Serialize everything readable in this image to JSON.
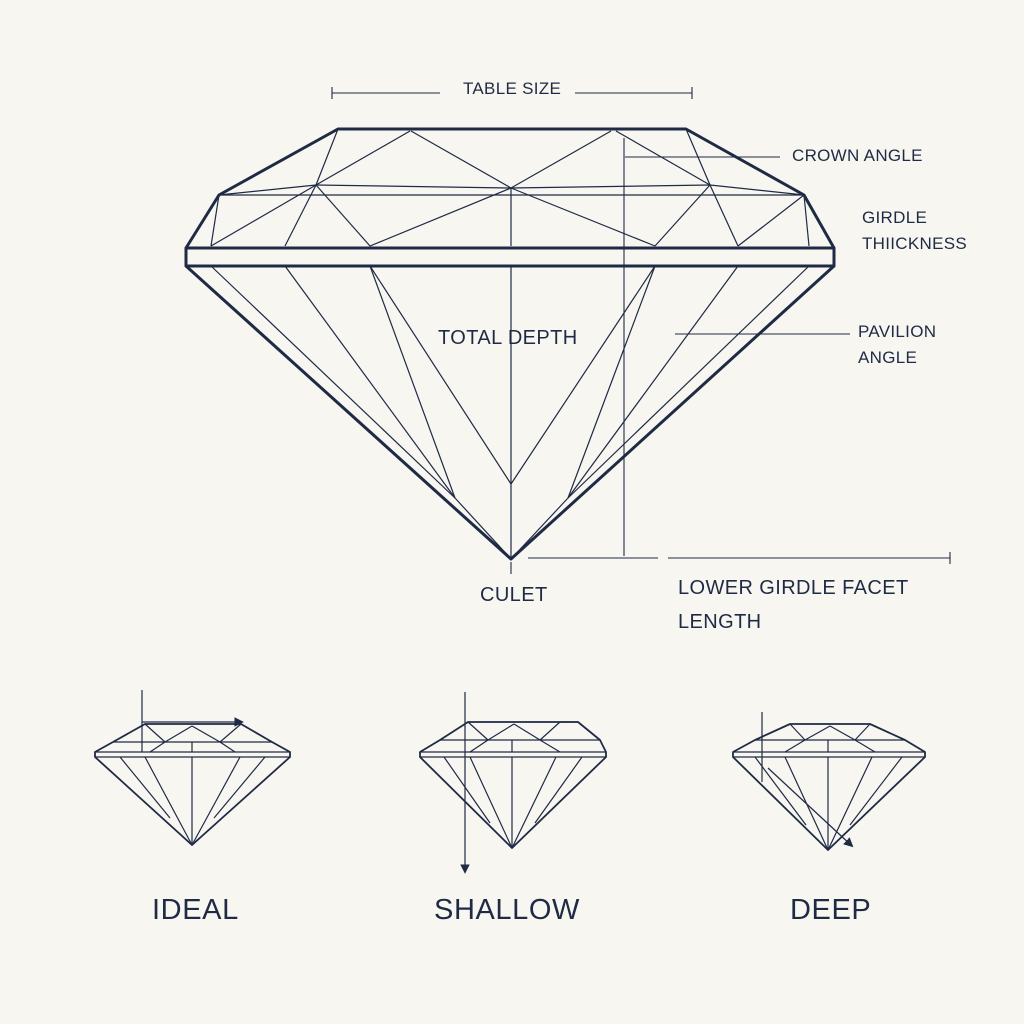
{
  "main_diagram": {
    "table_size": "TABLE SIZE",
    "crown_angle": "CROWN ANGLE",
    "girdle_thickness": [
      "GIRDLE",
      "THIICKNESS"
    ],
    "pavilion_angle": [
      "PAVILION",
      "ANGLE"
    ],
    "total_depth": "TOTAL DEPTH",
    "culet": "CULET",
    "lower_girdle_facet_length": [
      "LOWER GIRDLE FACET",
      "LENGTH"
    ]
  },
  "cut_comparison": [
    {
      "label": "IDEAL"
    },
    {
      "label": "SHALLOW"
    },
    {
      "label": "DEEP"
    }
  ],
  "colors": {
    "ink": "#1f2a44",
    "paper": "#f7f6f1"
  }
}
